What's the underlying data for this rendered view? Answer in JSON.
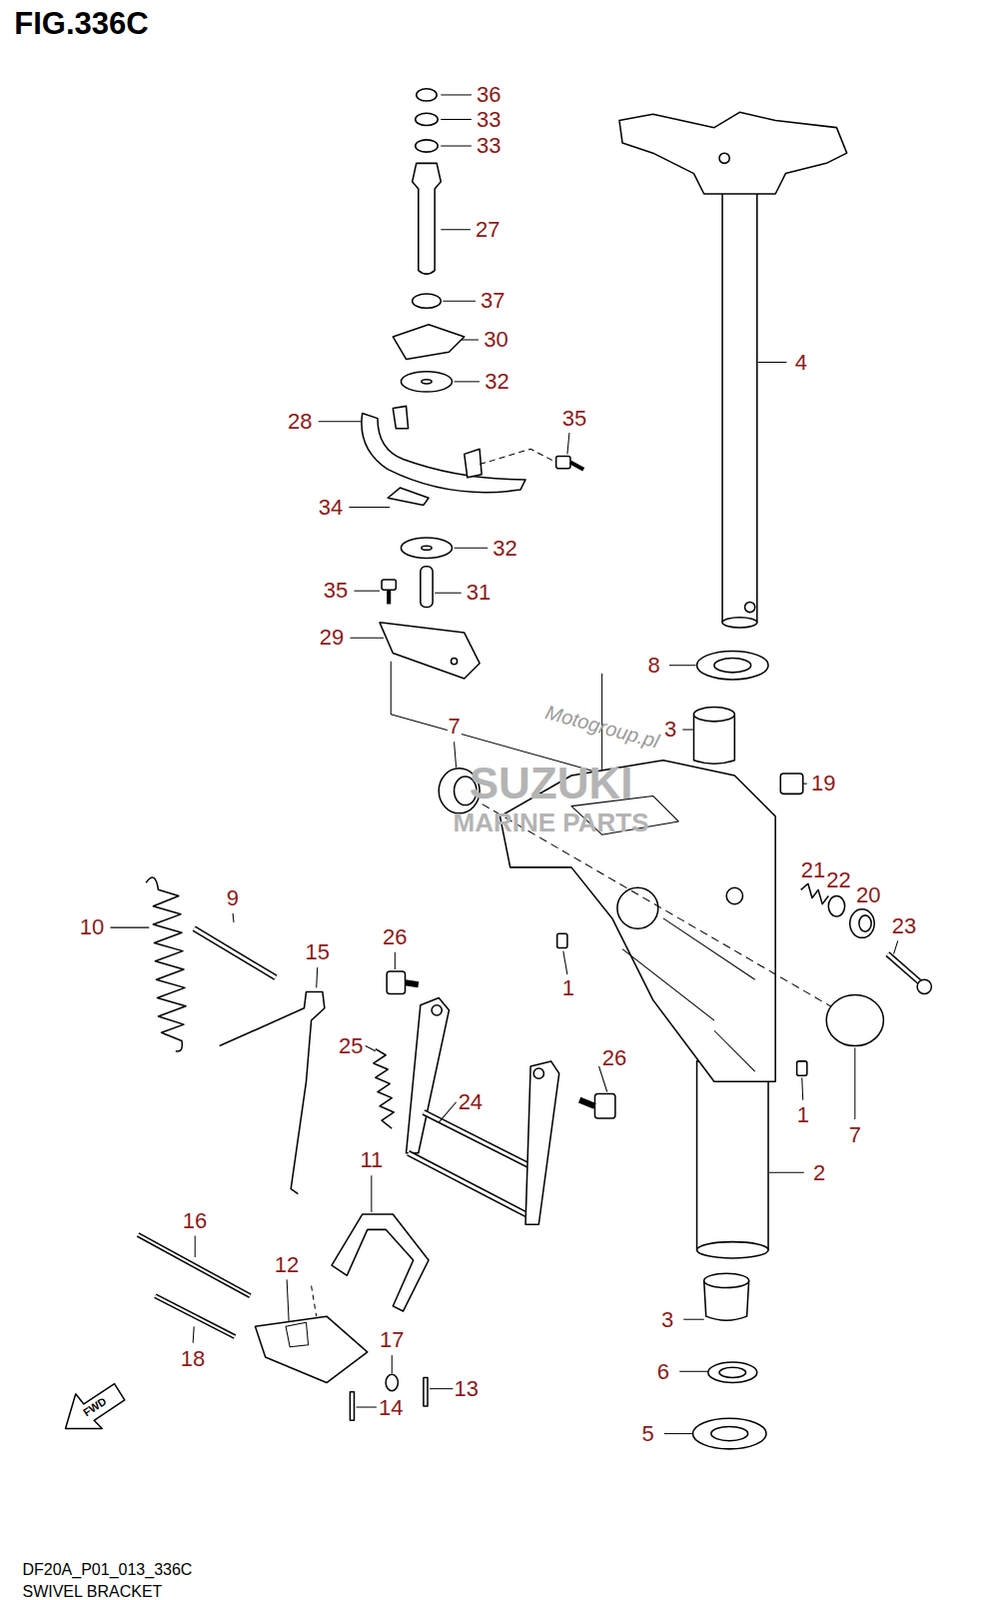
{
  "diagram": {
    "title": "FIG.336C",
    "labels": [
      "36",
      "33",
      "33",
      "27",
      "37",
      "30",
      "32",
      "28",
      "35",
      "34",
      "32",
      "35",
      "31",
      "29",
      "8",
      "7",
      "3",
      "19",
      "21",
      "22",
      "20",
      "23",
      "10",
      "9",
      "15",
      "26",
      "1",
      "4",
      "25",
      "26",
      "24",
      "1",
      "7",
      "11",
      "2",
      "16",
      "12",
      "3",
      "17",
      "18",
      "13",
      "6",
      "14",
      "5",
      "FWD",
      "Motogroup.pl",
      "SUZUKI",
      "MARINE PARTS",
      "DF20A_P01_013_336C",
      "SWIVEL BRACKET"
    ]
  }
}
